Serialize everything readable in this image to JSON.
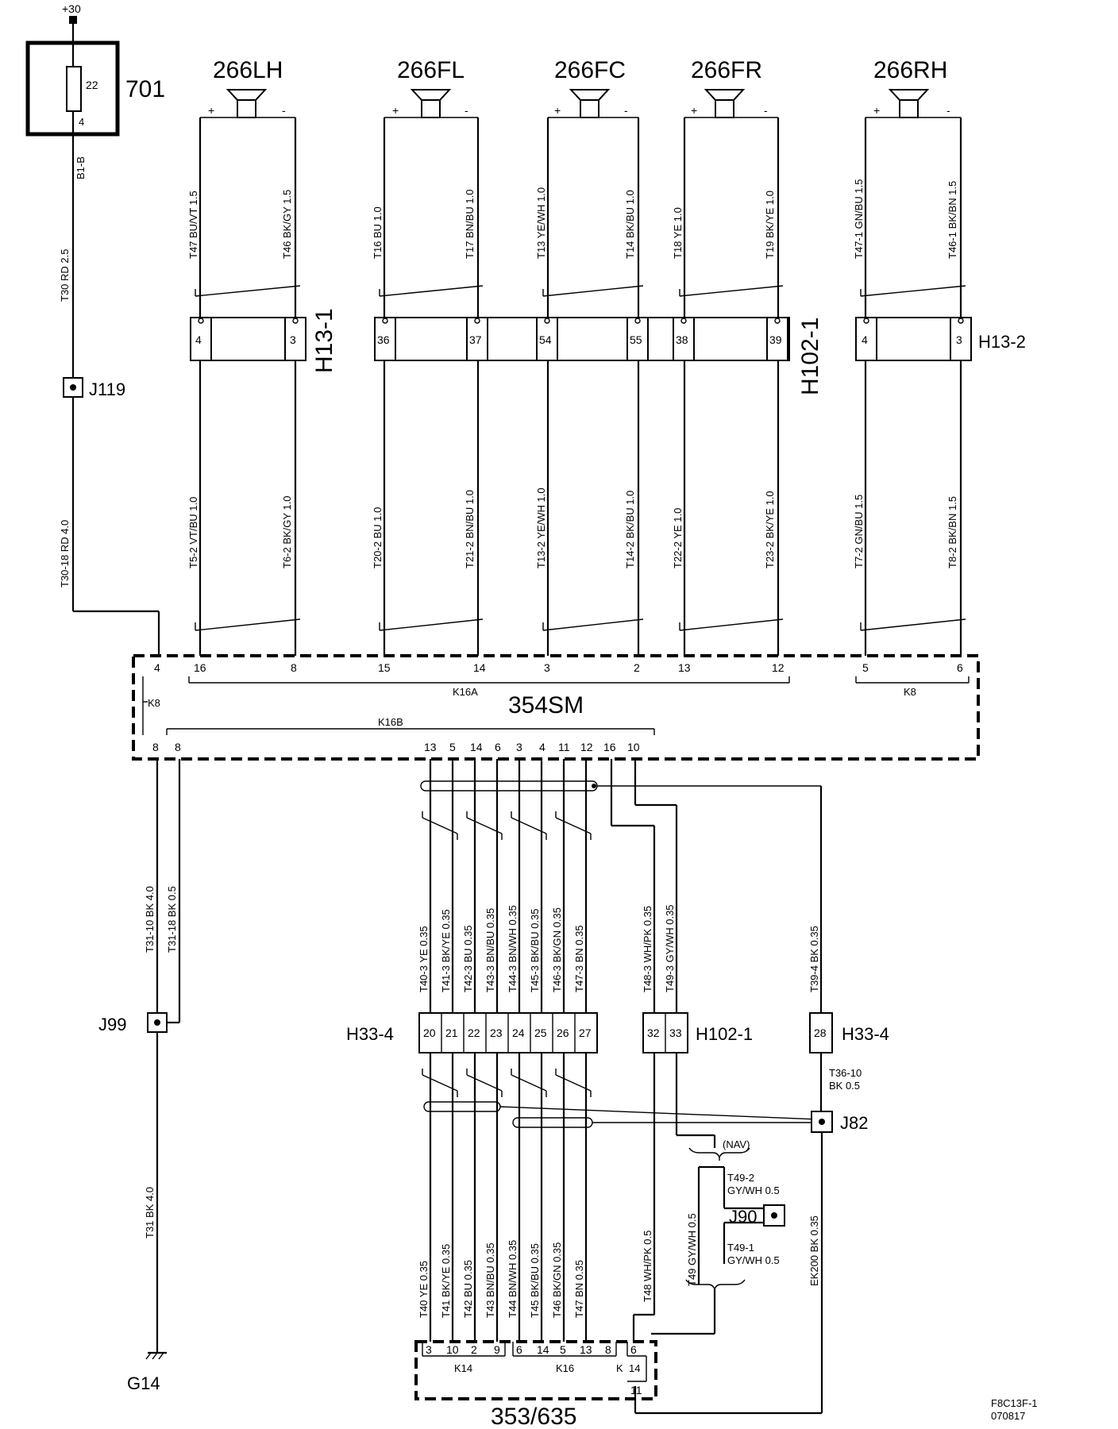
{
  "supply": {
    "terminal": "+30",
    "fuse_box": "701",
    "fuse_number": "22",
    "fuse_pin": "4",
    "fuse_wire": "B1-B"
  },
  "speakers": [
    {
      "id": "266LH",
      "plus": "+",
      "minus": "-",
      "top_left": "T47  BU/VT  1.5",
      "top_right": "T46  BK/GY  1.5",
      "conn": "H13-1",
      "pin_left": "4",
      "pin_right": "3",
      "bot_left": "T5-2  VT/BU  1.0",
      "bot_right": "T6-2  BK/GY  1.0",
      "sm_left": "16",
      "sm_right": "8"
    },
    {
      "id": "266FL",
      "plus": "+",
      "minus": "-",
      "top_left": "T16  BU  1.0",
      "top_right": "T17  BN/BU  1.0",
      "conn": "H102-1",
      "pin_left": "36",
      "pin_right": "37",
      "bot_left": "T20-2  BU  1.0",
      "bot_right": "T21-2  BN/BU  1.0",
      "sm_left": "15",
      "sm_right": "14"
    },
    {
      "id": "266FC",
      "plus": "+",
      "minus": "-",
      "top_left": "T13  YE/WH  1.0",
      "top_right": "T14  BK/BU  1.0",
      "conn": "H102-1",
      "pin_left": "54",
      "pin_right": "55",
      "bot_left": "T13-2  YE/WH  1.0",
      "bot_right": "T14-2  BK/BU  1.0",
      "sm_left": "3",
      "sm_right": "2"
    },
    {
      "id": "266FR",
      "plus": "+",
      "minus": "-",
      "top_left": "T18  YE  1.0",
      "top_right": "T19  BK/YE  1.0",
      "conn": "H102-1",
      "pin_left": "38",
      "pin_right": "39",
      "bot_left": "T22-2  YE  1.0",
      "bot_right": "T23-2  BK/YE  1.0",
      "sm_left": "13",
      "sm_right": "12"
    },
    {
      "id": "266RH",
      "plus": "+",
      "minus": "-",
      "top_left": "T47-1  GN/BU  1.5",
      "top_right": "T46-1  BK/BN  1.5",
      "conn": "H13-2",
      "pin_left": "4",
      "pin_right": "3",
      "bot_left": "T7-2  GN/BU  1.5",
      "bot_right": "T8-2  BK/BN  1.5",
      "sm_left": "5",
      "sm_right": "6"
    }
  ],
  "connectors": {
    "h13_1": "H13-1",
    "h102_1": "H102-1",
    "h13_2": "H13-2"
  },
  "power_feed": {
    "wire_top": "T30  RD  2.5",
    "junction": "J119",
    "wire_bottom": "T30-18  RD  4.0",
    "sm_pin": "4"
  },
  "module_354": {
    "name": "354SM",
    "k16a": "K16A",
    "k8_right": "K8",
    "k8_left": "K8",
    "k16b": "K16B",
    "left_pins": [
      "8",
      "8"
    ],
    "bottom_pins": [
      "13",
      "5",
      "14",
      "6",
      "3",
      "4",
      "11",
      "12",
      "16",
      "10"
    ]
  },
  "ground": {
    "wire_a": "T31-10  BK  4.0",
    "wire_b": "T31-18  BK  0.5",
    "junction": "J99",
    "wire_c": "T31  BK  4.0",
    "ground_point": "G14"
  },
  "bus": {
    "upper_wires": [
      "T40-3  YE  0.35",
      "T41-3  BK/YE  0.35",
      "T42-3  BU  0.35",
      "T43-3  BN/BU  0.35",
      "T44-3  BN/WH  0.35",
      "T45-3  BK/BU  0.35",
      "T46-3  BK/GN  0.35",
      "T47-3  BN  0.35"
    ],
    "h33_pins": [
      "20",
      "21",
      "22",
      "23",
      "24",
      "25",
      "26",
      "27"
    ],
    "h33_label": "H33-4",
    "lower_wires": [
      "T40  YE  0.35",
      "T41  BK/YE  0.35",
      "T42  BU  0.35",
      "T43  BN/BU  0.35",
      "T44  BN/WH  0.35",
      "T45  BK/BU  0.35",
      "T46  BK/GN  0.35",
      "T47  BN  0.35"
    ],
    "k14_pins": [
      "3",
      "10",
      "2",
      "9"
    ],
    "k16_pins": [
      "6",
      "14",
      "5",
      "13",
      "8"
    ]
  },
  "nav_branch": {
    "upper_a": "T48-3  WH/PK  0.35",
    "upper_b": "T49-3  GY/WH  0.35",
    "pins": [
      "32",
      "33"
    ],
    "conn": "H102-1",
    "lower_a": "T48  WH/PK  0.5",
    "nav": "(NAV)",
    "t49_2": "T49-2",
    "t49_2_spec": "GY/WH 0.5",
    "junction": "J90",
    "t49_1": "T49-1",
    "t49_1_spec": "GY/WH 0.5",
    "t49": "T49  GY/WH  0.5"
  },
  "shield": {
    "upper": "T39-4  BK  0.35",
    "pin": "28",
    "conn": "H33-4",
    "t36a": "T36-10",
    "t36b": "BK  0.5",
    "junction": "J82",
    "lower": "EK200  BK  0.35"
  },
  "module_353": {
    "name": "353/635",
    "k14": "K14",
    "k16": "K16",
    "k_lbl": "K",
    "k_pin_a": "14",
    "k_pin_b": "6",
    "k_pin_c": "11"
  },
  "footer": {
    "code": "F8C13F-1",
    "date": "070817"
  }
}
